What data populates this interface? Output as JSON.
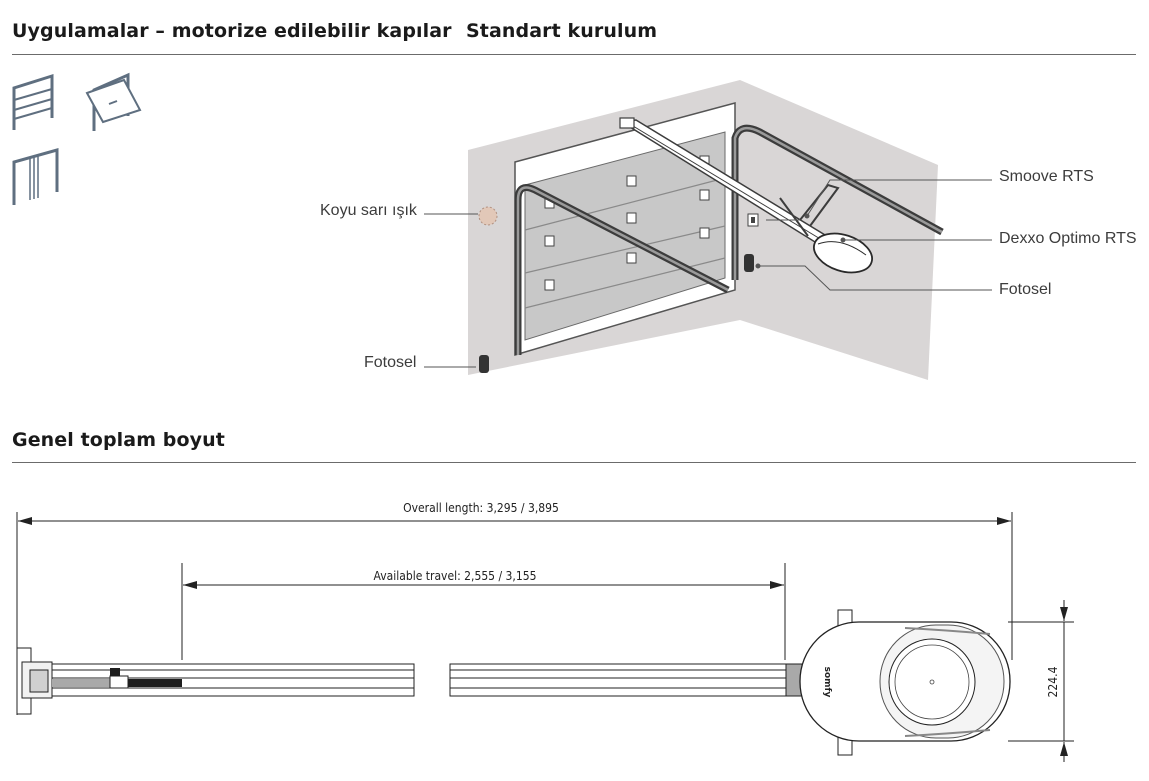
{
  "headers": {
    "applications": "Uygulamalar – motorize edilebilir kapılar",
    "standard_install": "Standart kurulum",
    "overall_size": "Genel toplam boyut"
  },
  "install_labels": {
    "amber_light": "Koyu sarı ışık",
    "photocell_left": "Fotosel",
    "smoove": "Smoove RTS",
    "dexxo": "Dexxo Optimo RTS",
    "photocell_right": "Fotosel"
  },
  "dimensions": {
    "overall_length": "Overall length: 3,295 / 3,895",
    "available_travel": "Available travel: 2,555 / 3,155",
    "height": "224.4",
    "brand": "somfy"
  },
  "icons": [
    "sectional-door-icon",
    "tilting-door-icon",
    "side-sliding-door-icon"
  ],
  "colors": {
    "wall": "#d9d6d6",
    "panel": "#c8c8c8",
    "rail": "#4a4a4a",
    "line": "#6b6b6b"
  }
}
